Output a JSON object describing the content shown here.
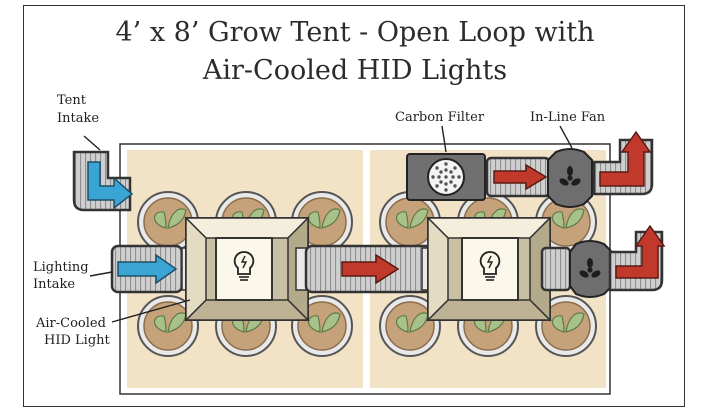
{
  "title": {
    "line1": "4’ x 8’ Grow Tent - Open Loop with",
    "line2": "Air-Cooled HID Lights"
  },
  "labels": {
    "tent_intake_line1": "Tent",
    "tent_intake_line2": "Intake",
    "carbon_filter": "Carbon Filter",
    "inline_fan": "In-Line Fan",
    "lighting_intake_line1": "Lighting",
    "lighting_intake_line2": "Intake",
    "hid_light_line1": "Air-Cooled",
    "hid_light_line2": "HID Light"
  },
  "colors": {
    "tent_floor": "#f2e3c6",
    "tent_outline": "#333333",
    "duct": "#c8c8c8",
    "intake_arrow": "#3aa4d4",
    "exhaust_arrow": "#c0392b",
    "hood": "#efe6cc",
    "hood_side": "#c9bfa2",
    "fan_body": "#6e6e6e",
    "filter_body": "#707070",
    "pot_soil": "#c6a27a",
    "leaf": "#a8c08a"
  },
  "icons": {
    "light": "lightbulb-icon",
    "filter": "carbon-filter-icon",
    "fan": "fan-icon"
  }
}
